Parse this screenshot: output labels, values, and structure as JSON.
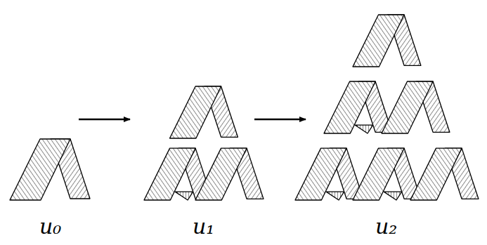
{
  "diagram": {
    "labels": [
      "u₀",
      "u₁",
      "u₂"
    ]
  }
}
